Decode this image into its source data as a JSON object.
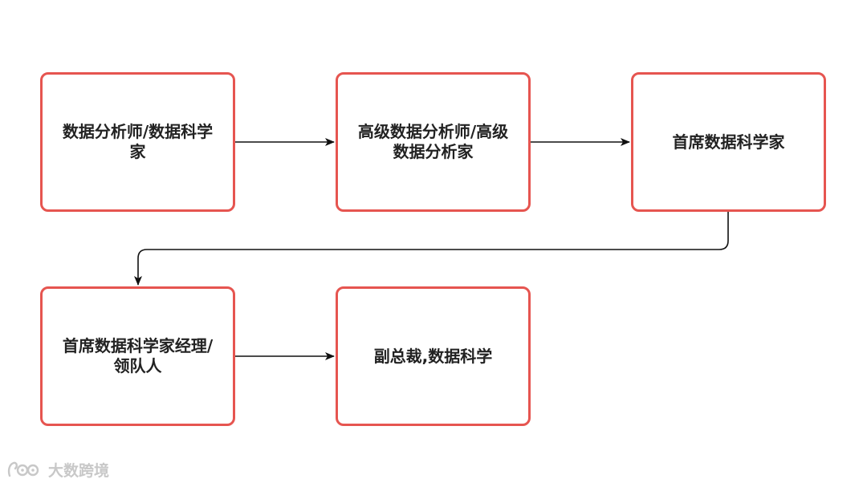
{
  "diagram": {
    "nodes": [
      {
        "id": "n1",
        "label": "数据分析师/数据科学家"
      },
      {
        "id": "n2",
        "label": "高级数据分析师/高级数据分析家"
      },
      {
        "id": "n3",
        "label": "首席数据科学家"
      },
      {
        "id": "n4",
        "label": "首席数据科学家经理/领队人"
      },
      {
        "id": "n5",
        "label": "副总裁,数据科学"
      }
    ],
    "edges": [
      {
        "from": "n1",
        "to": "n2"
      },
      {
        "from": "n2",
        "to": "n3"
      },
      {
        "from": "n3",
        "to": "n4"
      },
      {
        "from": "n4",
        "to": "n5"
      }
    ],
    "colors": {
      "node_border": "#e65550",
      "edge": "#111111",
      "text": "#222222",
      "watermark": "#c8c8c8"
    }
  },
  "watermark": {
    "text": "大数跨境",
    "icon": "logo-icon"
  }
}
